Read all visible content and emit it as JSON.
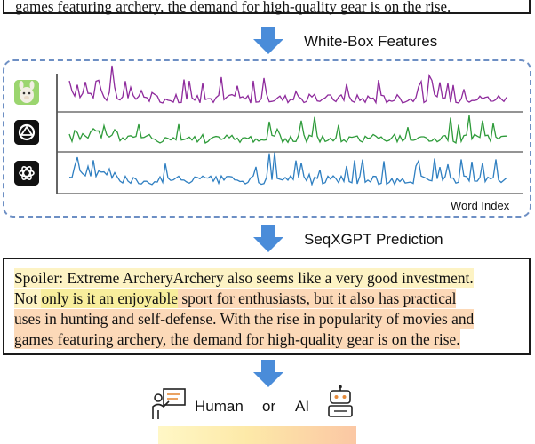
{
  "top_text": "games featuring archery, the demand for high-quality gear is on the rise.",
  "step1_label": "White-Box Features",
  "step2_label": "SeqXGPT Prediction",
  "axis_label": "Word Index",
  "models": [
    {
      "icon": "llama-icon",
      "color": "#8e2a9c"
    },
    {
      "icon": "model-b-icon",
      "color": "#2e9b3a"
    },
    {
      "icon": "openai-icon",
      "color": "#2f7fc1"
    }
  ],
  "prediction_lines": [
    {
      "segments": [
        {
          "text": "Spoiler: Extreme ArcheryArchery also seems like a very good investment.",
          "hl": "yellow"
        }
      ]
    },
    {
      "segments": [
        {
          "text": "Not ",
          "hl": "yellow"
        },
        {
          "text": "only is it an enjoyable",
          "hl": "yellow2"
        },
        {
          "text": " sport for enthusiasts, but it also has practical",
          "hl": "orange"
        }
      ]
    },
    {
      "segments": [
        {
          "text": "uses in hunting and self-defense. With the rise in popularity of movies and",
          "hl": "orange"
        }
      ]
    },
    {
      "segments": [
        {
          "text": "games featuring archery, the demand for high-quality gear is on the rise.",
          "hl": "orange"
        }
      ]
    }
  ],
  "highlight_colors": {
    "yellow": "#fdf3c4",
    "yellow2": "#f8ee9c",
    "orange": "#fcd9b8"
  },
  "bottom": {
    "left": "Human",
    "middle": "or",
    "right": "AI"
  },
  "arrow_color": "#4a8cd9"
}
